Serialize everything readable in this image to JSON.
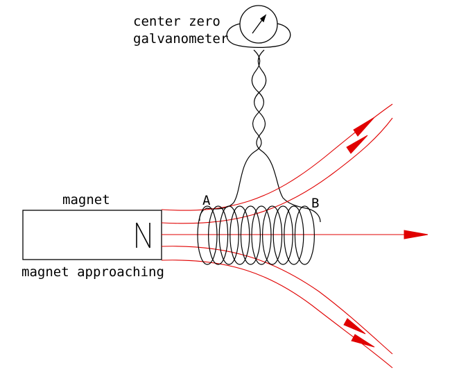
{
  "labels": {
    "galvanometer_line1": "center zero",
    "galvanometer_line2": "galvanometer",
    "magnet": "magnet",
    "magnet_pole": "N",
    "magnet_state": "magnet approaching",
    "coil_end_a": "A",
    "coil_end_b": "B"
  },
  "colors": {
    "field_lines": "#e00000",
    "ink": "#000000"
  },
  "diagram": {
    "coil_turns": 10
  }
}
